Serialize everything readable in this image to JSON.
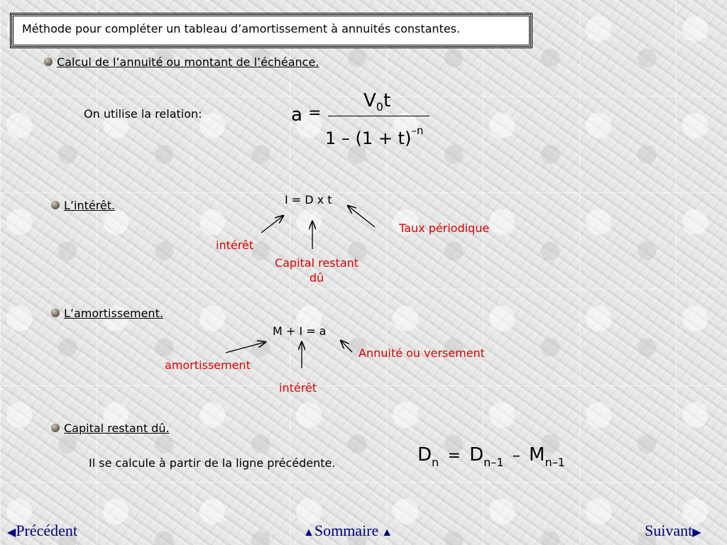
{
  "title": "Méthode pour compléter un tableau d’amortissement à annuités constantes.",
  "sections": {
    "annuite": {
      "heading": "Calcul de l’annuité ou montant de l’échéance.",
      "intro": "On utilise la relation:",
      "formula": {
        "lhs": "a",
        "eq": "=",
        "numerator_V": "V",
        "numerator_sub": "0",
        "numerator_t": "t",
        "denominator_main": "1 – (1 + t)",
        "denominator_exp": "–n"
      }
    },
    "interet": {
      "heading": "L’intérêt.",
      "equation": "I = D x t",
      "label_interet": "intérêt",
      "label_capital_line1": "Capital restant",
      "label_capital_line2": "dû",
      "label_taux": "Taux périodique"
    },
    "amortissement": {
      "heading": "L’amortissement.",
      "equation": "M + I = a",
      "label_amortissement": "amortissement",
      "label_interet": "intérêt",
      "label_annuite": "Annuité ou versement"
    },
    "capital": {
      "heading": "Capital restant dû.",
      "text": "Il se calcule à partir de la ligne précédente.",
      "formula": {
        "D1": "D",
        "sub1": "n",
        "eq": "=",
        "D2": "D",
        "sub2": "n–1",
        "minus": "–",
        "M": "M",
        "sub3": "n–1"
      }
    }
  },
  "nav": {
    "prev": "Précédent",
    "home": "Sommaire",
    "next": "Suivant"
  },
  "colors": {
    "accent_red": "#e00000",
    "nav_blue": "#000080"
  }
}
